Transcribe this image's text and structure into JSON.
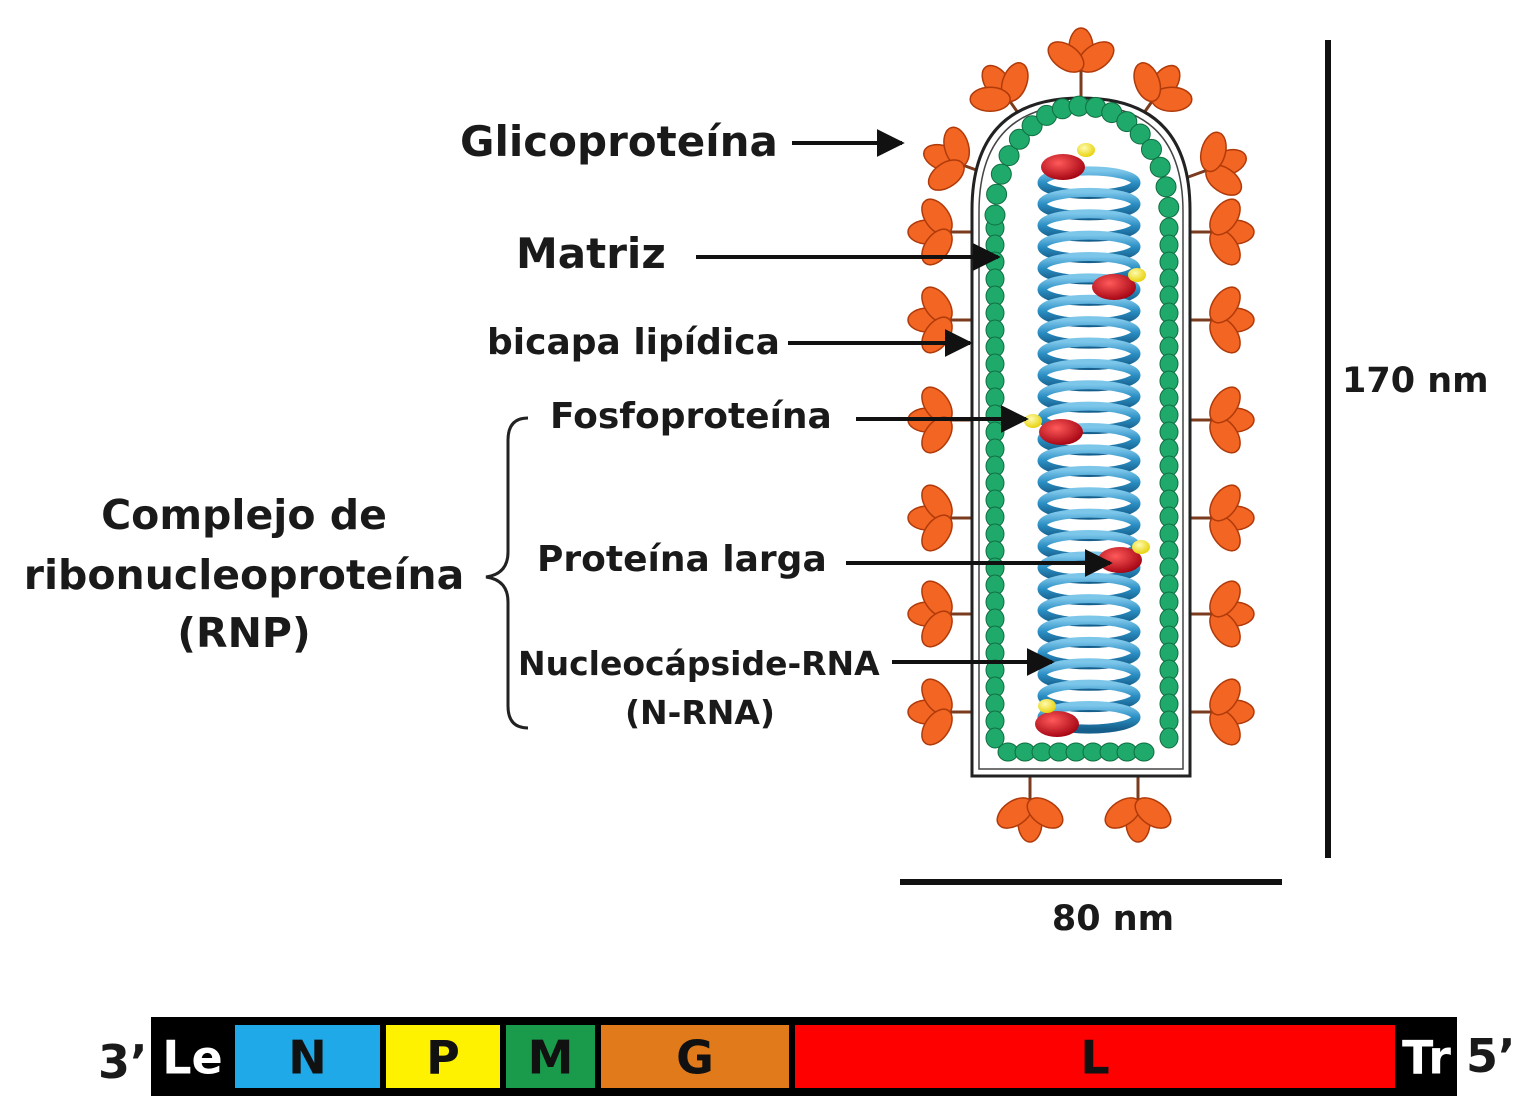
{
  "labels": {
    "glycoprotein": "Glicoproteína",
    "matrix": "Matriz",
    "bilayer": "bicapa lipídica",
    "phosphoprotein": "Fosfoproteína",
    "rnp_line1": "Complejo de",
    "rnp_line2": "ribonucleoproteína",
    "rnp_line3": "(RNP)",
    "large_protein": "Proteína larga",
    "nrna_line1": "Nucleocápside-RNA",
    "nrna_line2": "(N-RNA)"
  },
  "dimensions": {
    "height": "170 nm",
    "width": "80 nm"
  },
  "genome": {
    "end_left": "3’",
    "end_right": "5’",
    "segments": [
      {
        "label": "Le",
        "color": "#000000",
        "text_color": "#ffffff"
      },
      {
        "label": "N",
        "color": "#1fa9e8",
        "text_color": "#111111"
      },
      {
        "label": "P",
        "color": "#fff200",
        "text_color": "#111111"
      },
      {
        "label": "M",
        "color": "#1a9a4b",
        "text_color": "#111111"
      },
      {
        "label": "G",
        "color": "#e07a1a",
        "text_color": "#111111"
      },
      {
        "label": "L",
        "color": "#ff0000",
        "text_color": "#111111"
      },
      {
        "label": "Tr",
        "color": "#000000",
        "text_color": "#ffffff"
      }
    ]
  },
  "colors": {
    "glycoprotein": "#f26522",
    "matrix": "#1faa6b",
    "helix": "#2b8fc4",
    "large_protein": "#c8101e",
    "phosphoprotein": "#f5e400"
  }
}
